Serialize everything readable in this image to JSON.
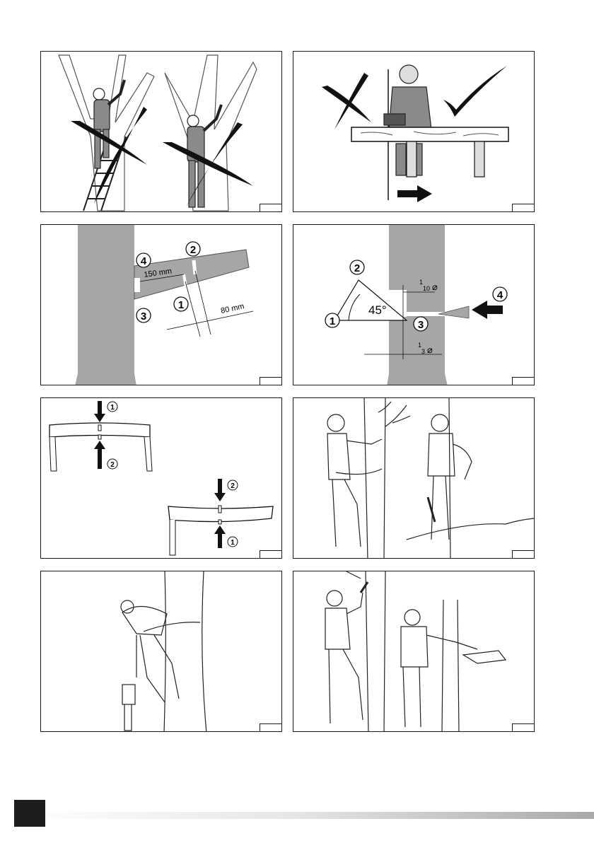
{
  "panels": {
    "p3": {
      "callouts": [
        "4",
        "2",
        "1",
        "3"
      ],
      "dim_150": "150 mm",
      "dim_80": "80 mm"
    },
    "p4": {
      "callouts": [
        "2",
        "1",
        "3",
        "4"
      ],
      "angle": "45°",
      "frac_top_num": "1",
      "frac_top_den": "10",
      "frac_bottom_num": "1",
      "frac_bottom_den": "3",
      "diameter_symbol": "⌀"
    },
    "p5": {
      "callouts": [
        "1",
        "2",
        "2",
        "1"
      ]
    }
  },
  "icons": {
    "wrong": "cross-mark-icon",
    "correct": "check-mark-icon",
    "direction": "arrow-right-icon"
  },
  "colors": {
    "trunk_gray": "#a6a6a6",
    "line": "#1a1a1a",
    "footer_block": "#1d1d1d"
  }
}
